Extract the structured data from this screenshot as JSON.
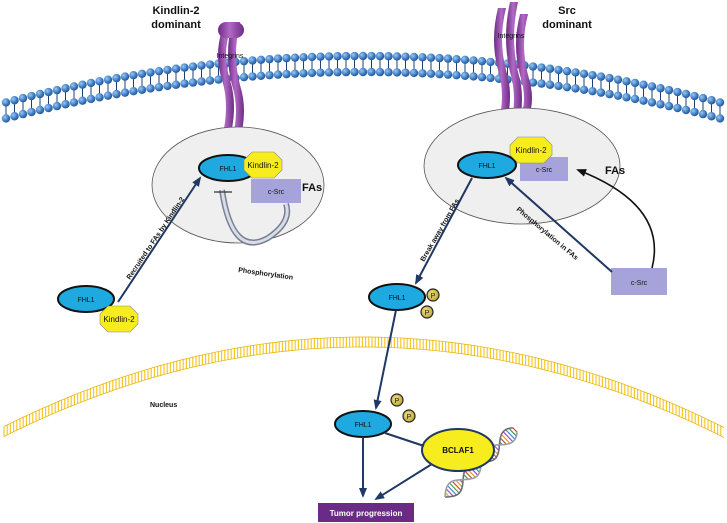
{
  "headers": {
    "left": {
      "line1": "Kindlin-2",
      "line2": "dominant"
    },
    "right": {
      "line1": "Src",
      "line2": "dominant"
    }
  },
  "labels": {
    "integrins": "Integrins",
    "fas": "FAs",
    "fhl1": "FHL1",
    "kindlin2": "Kindlin-2",
    "csrc": "c-Src",
    "phospho_marker": "P",
    "nucleus": "Nucleus",
    "bclaf1": "BCLAF1",
    "tumor": "Tumor progression"
  },
  "arrow_labels": {
    "recruited": "Recruited to FAs by Kindlin-2",
    "phosphorylation": "Phosphorylation",
    "break_away": "Break away from FAs",
    "phospho_in_fas": "Phosphorylation in FAs"
  },
  "colors": {
    "membrane": "#3f7fc8",
    "integrin": "#8a3f9e",
    "fhl1": "#1fa9e1",
    "kindlin": "#f7ec1d",
    "csrc": "#a6a2da",
    "nucleus": "#f5c21c",
    "tumor_box": "#6a2b86",
    "arrow": "#1f3864"
  }
}
